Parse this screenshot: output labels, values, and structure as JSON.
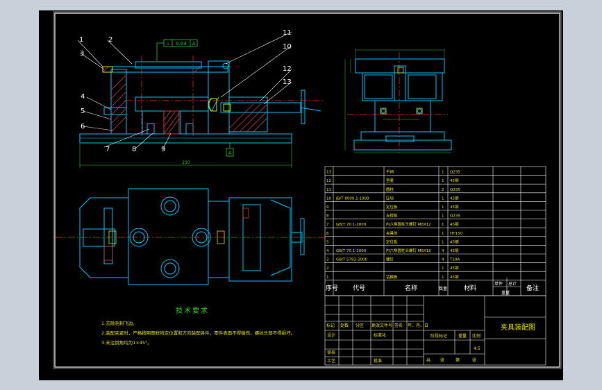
{
  "colors": {
    "outer_bg": "#c8d0da",
    "canvas_bg": "#000000",
    "frame": "#ffffff",
    "part_line": "#00c8ff",
    "hatch": "#d44040",
    "accent": "#e6e600",
    "dim": "#33cc33",
    "center": "#ff3030",
    "table_line": "#ffffff",
    "table_text": "#e6e600"
  },
  "balloons": [
    "1",
    "2",
    "3",
    "4",
    "5",
    "6",
    "7",
    "8",
    "9",
    "10",
    "11",
    "12",
    "13"
  ],
  "tolerance_frame": [
    "⊥",
    "0.03",
    "A"
  ],
  "datum_label": "A",
  "overall_dim": "210",
  "tech_req": {
    "title": "技术要求",
    "items": [
      "1.去除毛刺飞边。",
      "2.装配夹紧时，严格按照图样所定位置和方向装配各件，零件表面不得碰伤，螺纹头部不得损坏。",
      "3.未注倒角均为1×45°。"
    ]
  },
  "bom_rows": [
    {
      "no": "13",
      "code": "",
      "name": "手柄",
      "qty": "1",
      "mat": "Q235"
    },
    {
      "no": "12",
      "code": "",
      "name": "垫套",
      "qty": "1",
      "mat": "45钢"
    },
    {
      "no": "11",
      "code": "",
      "name": "圆柱",
      "qty": "2",
      "mat": "Q235"
    },
    {
      "no": "10",
      "code": "JB/T 8009.1-1999",
      "name": "压块",
      "qty": "1",
      "mat": "45钢"
    },
    {
      "no": "9",
      "code": "",
      "name": "定位板",
      "qty": "1",
      "mat": "45钢"
    },
    {
      "no": "8",
      "code": "",
      "name": "支撑板",
      "qty": "1",
      "mat": "Q235"
    },
    {
      "no": "7",
      "code": "GB/T 70.1-2000",
      "name": "内六角圆柱头螺钉 M8X12",
      "qty": "1",
      "mat": "45钢"
    },
    {
      "no": "6",
      "code": "",
      "name": "夹具体",
      "qty": "1",
      "mat": "HT150"
    },
    {
      "no": "5",
      "code": "",
      "name": "定位板",
      "qty": "1",
      "mat": "45钢"
    },
    {
      "no": "4",
      "code": "GB/T 70.1-2000",
      "name": "内六角圆柱头螺钉 M6X16",
      "qty": "4",
      "mat": "45钢"
    },
    {
      "no": "3",
      "code": "GB/T 5783-2000",
      "name": "螺钉",
      "qty": "4",
      "mat": "T10A"
    },
    {
      "no": "2",
      "code": "",
      "name": "",
      "qty": "1",
      "mat": "45钢"
    },
    {
      "no": "1",
      "code": "",
      "name": "钻模板",
      "qty": "1",
      "mat": "45钢"
    }
  ],
  "bom_header": {
    "no": "序号",
    "code": "代号",
    "name": "名称",
    "qty": "数量",
    "mat": "材料",
    "unit": "单件",
    "total": "总计",
    "weight": "重量",
    "remark": "备注"
  },
  "title_block": {
    "drawing_title": "夹具装配图",
    "mark_row": [
      "标记",
      "处数",
      "分区",
      "更改文件号",
      "签名",
      "年、月、日"
    ],
    "design": "设计",
    "standard": "标准化",
    "stage_mark": "阶段标记",
    "weight": "重量",
    "scale_label": "比例",
    "scale": "4:5",
    "review": "审核",
    "craft": "工艺",
    "approve": "批准",
    "sheets": [
      "共",
      "张",
      "第",
      "张"
    ]
  }
}
